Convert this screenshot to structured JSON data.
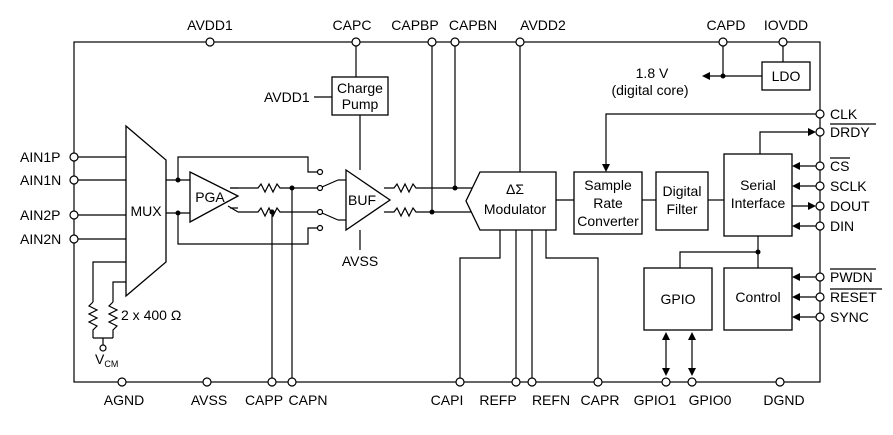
{
  "top_pins": [
    "AVDD1",
    "CAPC",
    "CAPBP",
    "CAPBN",
    "AVDD2",
    "CAPD",
    "IOVDD"
  ],
  "left_pins": [
    "AIN1P",
    "AIN1N",
    "AIN2P",
    "AIN2N"
  ],
  "right_pins": [
    "CLK",
    "DRDY",
    "CS",
    "SCLK",
    "DOUT",
    "DIN",
    "PWDN",
    "RESET",
    "SYNC"
  ],
  "bottom_pins": [
    "AGND",
    "AVSS",
    "CAPP",
    "CAPN",
    "CAPI",
    "REFP",
    "REFN",
    "CAPR",
    "GPIO1",
    "GPIO0",
    "DGND"
  ],
  "blocks": {
    "mux": "MUX",
    "pga": "PGA",
    "buf": "BUF",
    "charge_pump_line1": "Charge",
    "charge_pump_line2": "Pump",
    "charge_pump_supply": "AVDD1",
    "buf_supply": "AVSS",
    "modulator_line1": "ΔΣ",
    "modulator_line2": "Modulator",
    "src_line1": "Sample",
    "src_line2": "Rate",
    "src_line3": "Converter",
    "filter_line1": "Digital",
    "filter_line2": "Filter",
    "serial_line1": "Serial",
    "serial_line2": "Interface",
    "gpio": "GPIO",
    "control": "Control",
    "ldo": "LDO",
    "core_voltage": "1.8 V",
    "core_note": "(digital core)",
    "resistor_note": "2 x 400 Ω",
    "vcm": "V",
    "vcm_sub": "CM"
  }
}
